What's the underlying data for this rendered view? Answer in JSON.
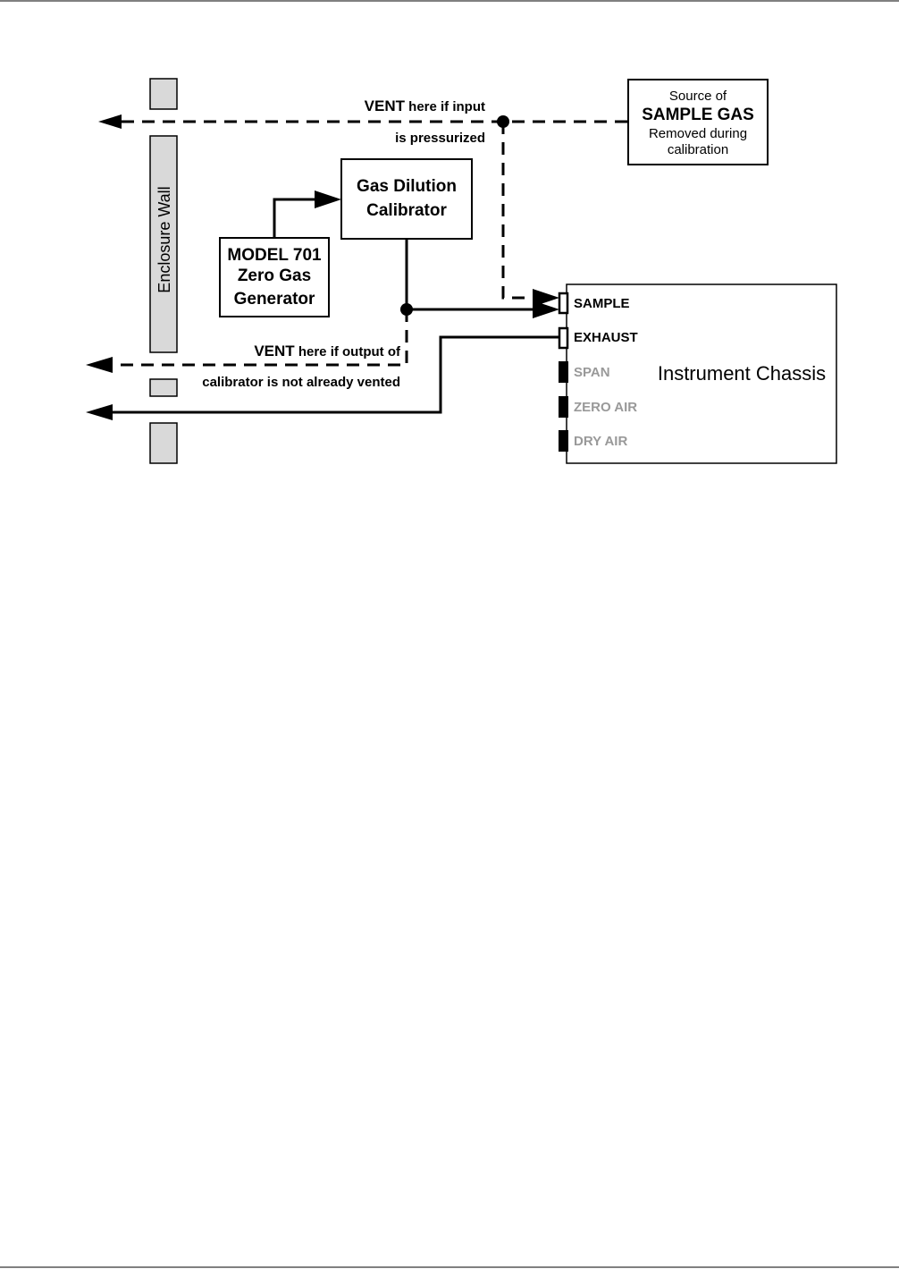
{
  "enclosure_wall": {
    "label": "Enclosure Wall"
  },
  "vent_input": {
    "vent_word": "VENT",
    "line1_rest": " here if input",
    "line2": "is pressurized"
  },
  "vent_output": {
    "vent_word": "VENT",
    "line1_rest": " here if output of",
    "line2": "calibrator is not already vented"
  },
  "source_box": {
    "line1": "Source of",
    "line2": "SAMPLE GAS",
    "line3": "Removed during",
    "line4": "calibration"
  },
  "dilution_box": {
    "line1": "Gas Dilution",
    "line2": "Calibrator"
  },
  "zero_gas_box": {
    "line1": "MODEL 701",
    "line2": "Zero Gas",
    "line3": "Generator"
  },
  "instrument": {
    "title": "Instrument Chassis",
    "ports": [
      {
        "label": "SAMPLE",
        "active": true
      },
      {
        "label": "EXHAUST",
        "active": true
      },
      {
        "label": "SPAN",
        "active": false
      },
      {
        "label": "ZERO AIR",
        "active": false
      },
      {
        "label": "DRY AIR",
        "active": false
      }
    ]
  },
  "colors": {
    "line": "#000000",
    "wall_fill": "#d9d9d9",
    "inactive_port_text": "#999999"
  }
}
